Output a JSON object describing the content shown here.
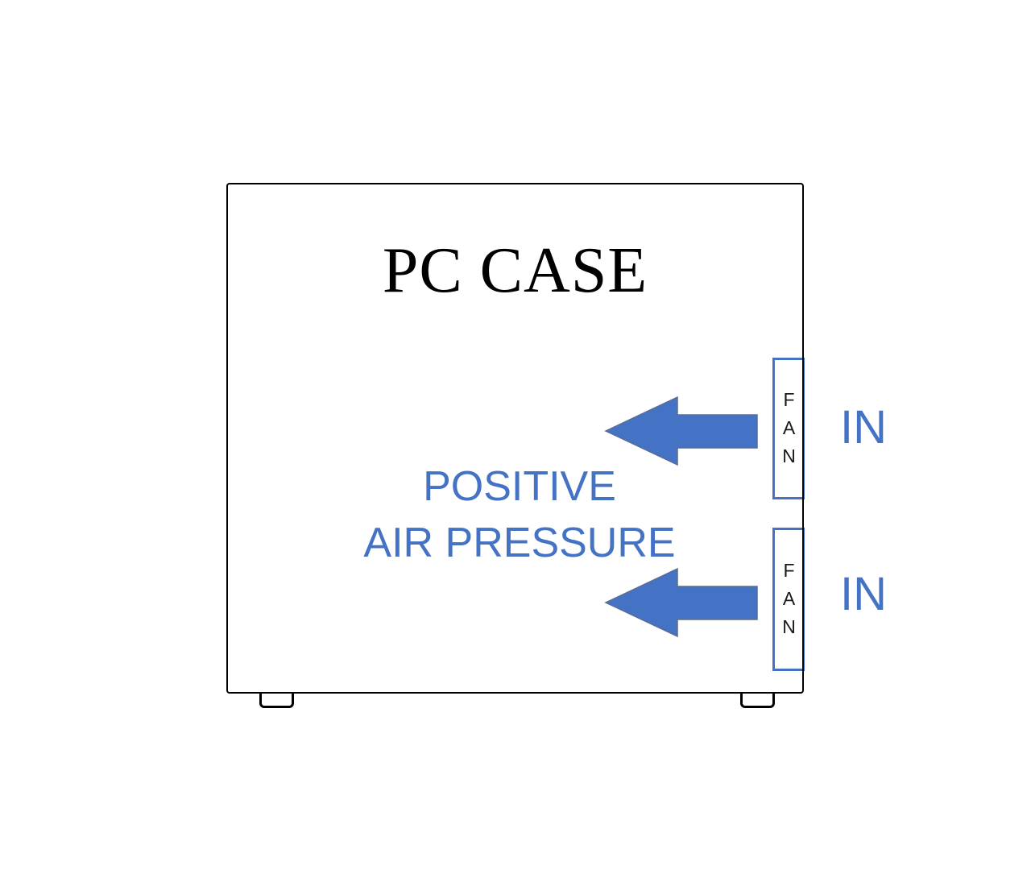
{
  "title": "PC CASE",
  "pressure_label": {
    "line1": "POSITIVE",
    "line2": "AIR PRESSURE"
  },
  "fans": [
    {
      "label": "FAN",
      "flow": "IN"
    },
    {
      "label": "FAN",
      "flow": "IN"
    }
  ],
  "colors": {
    "accent_blue": "#4472C4",
    "arrow_fill": "#4472C4",
    "case_border": "#000000",
    "background": "#FFFFFF"
  }
}
